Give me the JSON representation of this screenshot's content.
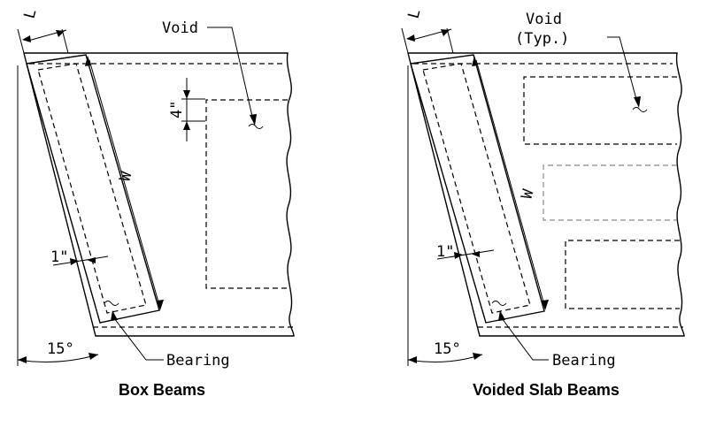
{
  "labels": {
    "left_void": "Void",
    "left_four_inch": "4\"",
    "left_one_inch": "1\"",
    "left_w": "W",
    "left_l": "L",
    "left_angle": "15°",
    "left_bearing": "Bearing",
    "right_void_line1": "Void",
    "right_void_line2": "(Typ.)",
    "right_one_inch": "1\"",
    "right_w": "W",
    "right_l": "L",
    "right_angle": "15°",
    "right_bearing": "Bearing"
  },
  "captions": {
    "left": "Box Beams",
    "right": "Voided Slab Beams"
  }
}
